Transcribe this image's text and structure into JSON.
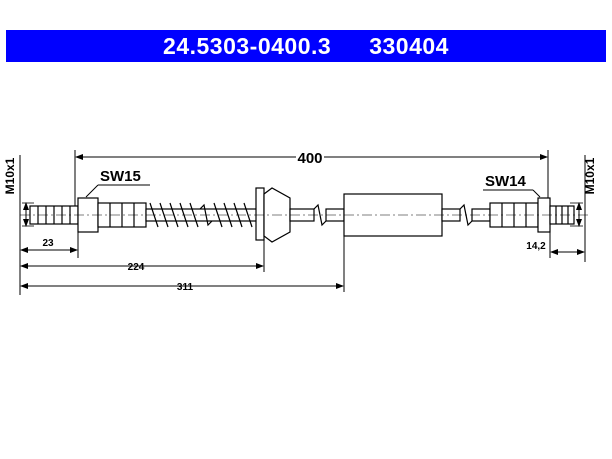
{
  "header": {
    "part_number": "24.5303-0400.3",
    "ref_number": "330404",
    "background": "#0000ff",
    "text_color": "#ffffff"
  },
  "dimensions": {
    "total_length": "400",
    "dim_23": "23",
    "dim_224": "224",
    "dim_311": "311",
    "dim_14_2": "14,2"
  },
  "labels": {
    "sw_left": "SW15",
    "sw_right": "SW14",
    "thread_left": "M10x1",
    "thread_right": "M10x1"
  }
}
